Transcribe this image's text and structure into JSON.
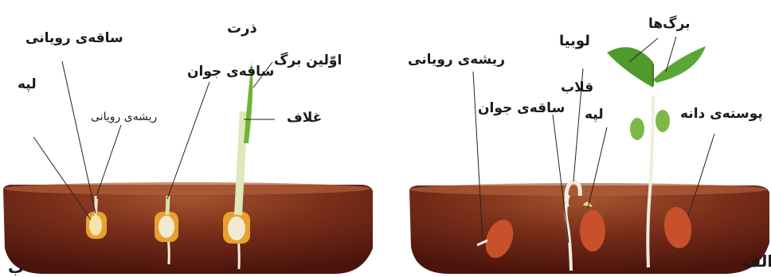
{
  "panel_b": {
    "letter": "ب",
    "title": "ذرت",
    "labels": {
      "cotyledon": "لپه",
      "embryonic_stem_top": "ساقه‌ی رویانی",
      "embryonic_root": "ریشه‌ی رویانی",
      "young_stem": "ساقه‌ی جوان",
      "first_leaf": "اوّلین برگ",
      "sheath": "غلاف"
    }
  },
  "panel_a": {
    "letter": "الف",
    "title": "لوبیا",
    "labels": {
      "embryonic_root": "ریشه‌ی رویانی",
      "hook": "قلاب",
      "young_stem": "ساقه‌ی جوان",
      "cotyledon": "لپه",
      "leaves": "برگ‌ها",
      "seed_coat": "پوسته‌ی دانه"
    }
  },
  "colors": {
    "soil_dark": "#5a1e14",
    "soil_mid": "#8b3a22",
    "soil_top": "#a4542e",
    "leaf": "#4f9a2a",
    "bean": "#c8502a",
    "corn": "#e8a030",
    "root": "#f2ece0"
  }
}
